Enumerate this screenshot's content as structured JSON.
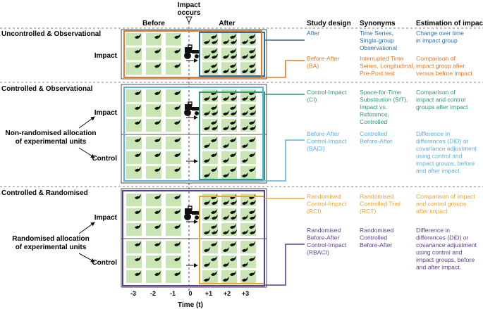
{
  "timeline": {
    "impact_marker": [
      "Impact",
      "occurs"
    ],
    "before": "Before",
    "after": "After",
    "ticks": [
      "-3",
      "-2",
      "-1",
      "0",
      "+1",
      "+2",
      "+3"
    ],
    "axis_label": "Time (t)"
  },
  "columns": {
    "design": "Study design",
    "synonyms": "Synonyms",
    "estimation": "Estimation of impact"
  },
  "sections": {
    "uncontrolled": "Uncontrolled & Observational",
    "controlled": "Controlled & Observational",
    "randomised": "Controlled & Randomised"
  },
  "group_labels": {
    "impact": "Impact",
    "control": "Control"
  },
  "allocation": {
    "non_random": [
      "Non-randomised allocation",
      "of experimental units"
    ],
    "random": [
      "Randomised allocation",
      "of experimental units"
    ]
  },
  "designs": [
    {
      "name": [
        "After"
      ],
      "synonyms": [
        "Time Series,",
        "Single-group",
        "Observational"
      ],
      "estimation": [
        "Change over time",
        "in impact group"
      ],
      "color": "#2c6fa3"
    },
    {
      "name": [
        "Before-After",
        "(BA)"
      ],
      "synonyms": [
        "Interrupted Time",
        "Series, Longitudinal,",
        "Pre-Post test"
      ],
      "estimation": [
        "Comparison of",
        "impact group after",
        "versus before impact"
      ],
      "color": "#e07a26"
    },
    {
      "name": [
        "Control-Impact",
        "(CI)"
      ],
      "synonyms": [
        "Space-for-Time",
        "Substitution (SfT),",
        "Impact vs.",
        "Reference,",
        "Controlled"
      ],
      "estimation": [
        "Comparison of",
        "impact and control",
        "groups after impact"
      ],
      "color": "#2e9a6c"
    },
    {
      "name": [
        "Before-After",
        "Control-Impact",
        "(BACI)"
      ],
      "synonyms": [
        "Controlled",
        "Before-After"
      ],
      "estimation": [
        "Difference in",
        "differences (DiD) or",
        "covariance adjustment",
        "using control and",
        "impact groups, before",
        "and after impact."
      ],
      "color": "#5bb1dc"
    },
    {
      "name": [
        "Randomised",
        "Control-Impact",
        "(RCI)"
      ],
      "synonyms": [
        "Randomised",
        "Controlled Trial",
        "(RCT)"
      ],
      "estimation": [
        "Comparison of impact",
        "and control groups",
        "after impact"
      ],
      "color": "#e8a531"
    },
    {
      "name": [
        "Randomised",
        "Before-After",
        "Control-Impact",
        "(RBACI)"
      ],
      "synonyms": [
        "Randomised",
        "Controlled",
        "Before-After"
      ],
      "estimation": [
        "Difference in",
        "differences (DiD) or",
        "covariance adjustment",
        "using control and",
        "impact groups, before",
        "and after impact."
      ],
      "color": "#5b3f8c"
    }
  ],
  "colors": {
    "plot": "#c9e5b4",
    "after": "#2c6fa3",
    "ba": "#e07a26",
    "ci": "#2e9a6c",
    "baci": "#5bb1dc",
    "rci": "#e8a531",
    "rbaci": "#5b3f8c"
  },
  "icons": {
    "tractor": "tractor-icon",
    "bird": "bird-icon"
  }
}
